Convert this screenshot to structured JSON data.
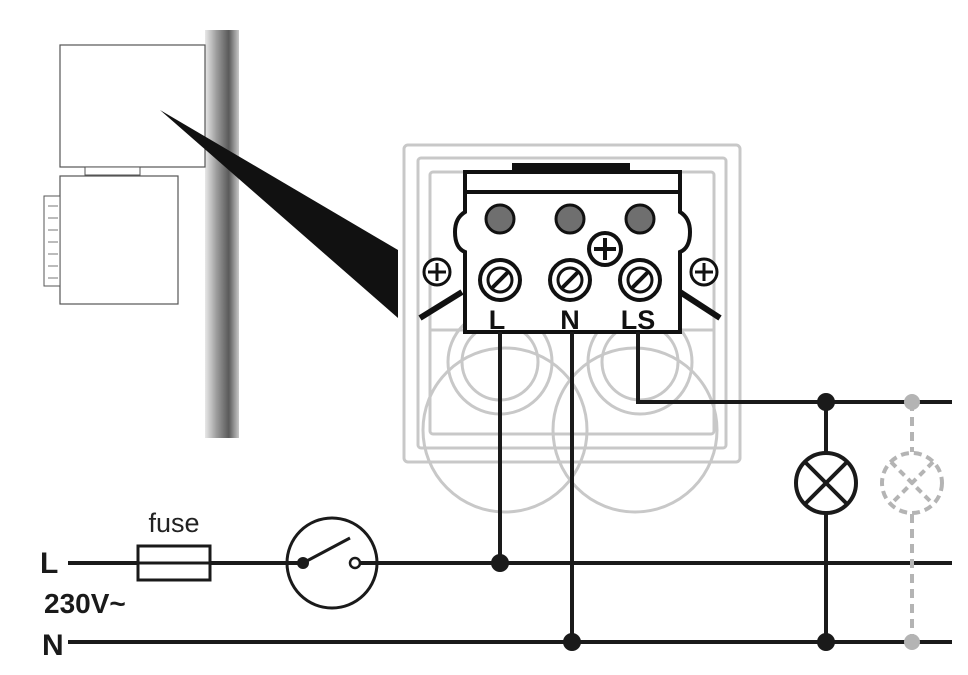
{
  "terminals": {
    "l": "L",
    "n": "N",
    "ls": "LS"
  },
  "mains": {
    "line_label": "L",
    "voltage_label": "230V~",
    "neutral_label": "N"
  },
  "fuse_label": "fuse",
  "colors": {
    "wire": "#1a1a1a",
    "housing": "#c8c8c8",
    "ghost_lamp": "#b4b4b4",
    "background": "#ffffff"
  }
}
